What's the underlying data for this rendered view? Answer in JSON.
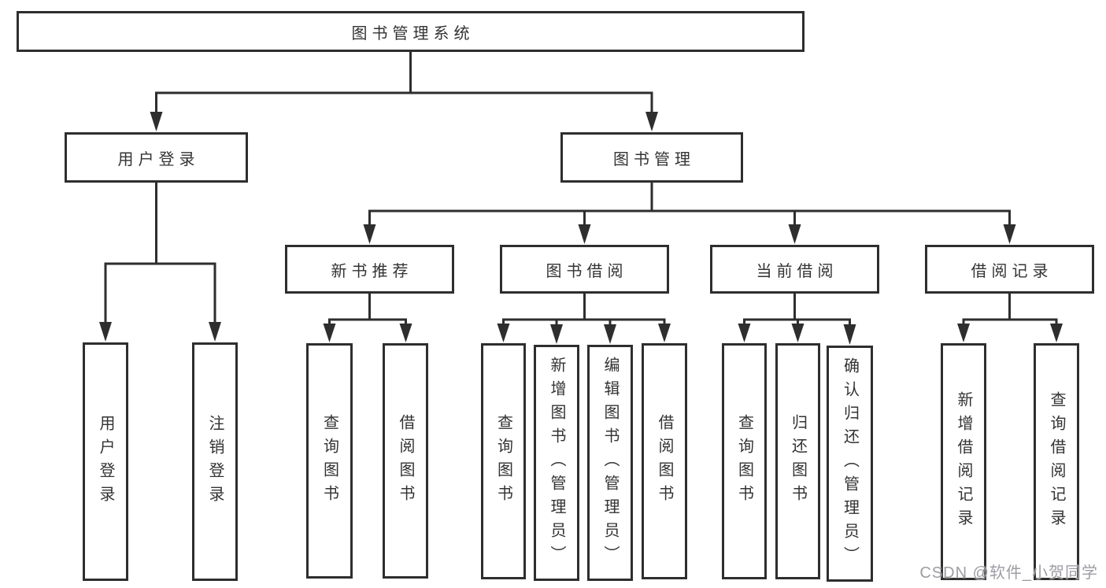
{
  "tree": {
    "label": "图书管理系统",
    "children": [
      {
        "label": "用户登录",
        "children": [
          {
            "label": "用户登录"
          },
          {
            "label": "注销登录"
          }
        ]
      },
      {
        "label": "图书管理",
        "children": [
          {
            "label": "新书推荐",
            "children": [
              {
                "label": "查询图书"
              },
              {
                "label": "借阅图书"
              }
            ]
          },
          {
            "label": "图书借阅",
            "children": [
              {
                "label": "查询图书"
              },
              {
                "label": "新增图书（管理员）"
              },
              {
                "label": "编辑图书（管理员）"
              },
              {
                "label": "借阅图书"
              }
            ]
          },
          {
            "label": "当前借阅",
            "children": [
              {
                "label": "查询图书"
              },
              {
                "label": "归还图书"
              },
              {
                "label": "确认归还（管理员）"
              }
            ]
          },
          {
            "label": "借阅记录",
            "children": [
              {
                "label": "新增借阅记录"
              },
              {
                "label": "查询借阅记录"
              }
            ]
          }
        ]
      }
    ]
  },
  "watermark": {
    "text": "CSDN @软件_小贺同学"
  },
  "colors": {
    "line": "#2e2e2e",
    "text": "#333333",
    "watermark": "#94949c",
    "background": "#ffffff"
  }
}
